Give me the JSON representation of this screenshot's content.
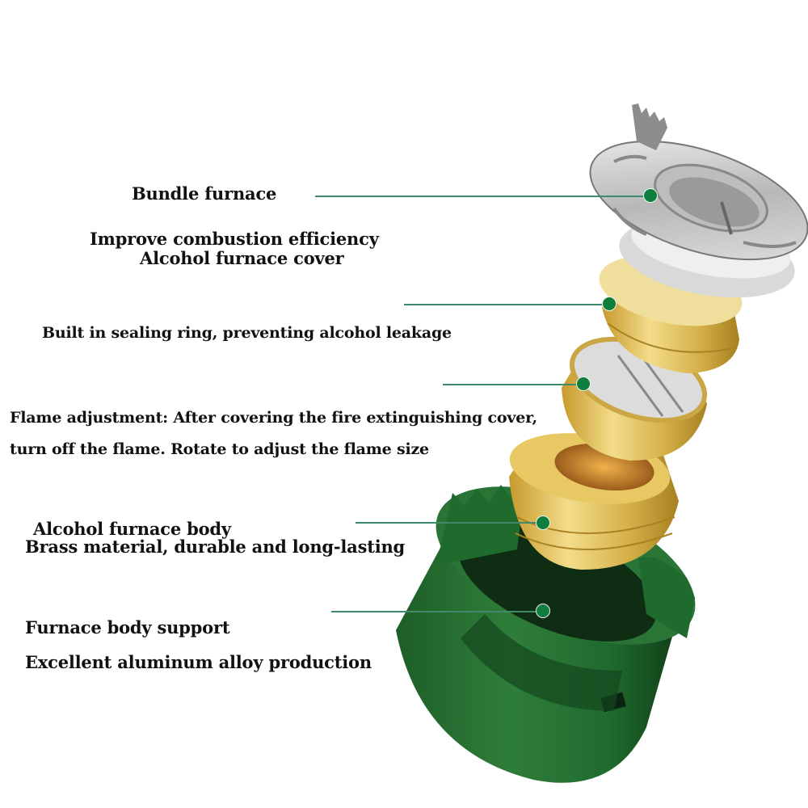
{
  "diagram": {
    "subject": "Exploded view of alcohol stove",
    "accent_colors": {
      "callout_line": "#3f8a6a",
      "callout_dot": "#0f7d3c",
      "label_text": "#111111",
      "stand_green": "#1f6b2e",
      "brass": "#d9b94a",
      "steel": "#c9c9c9"
    },
    "callouts": [
      {
        "id": "bundle-furnace",
        "lines": [
          "Bundle furnace"
        ],
        "part": "stainless steel pot stand"
      },
      {
        "id": "furnace-cover",
        "lines": [
          "Improve combustion efficiency",
          "Alcohol furnace cover"
        ],
        "part": "steel cover cap"
      },
      {
        "id": "sealing-ring",
        "lines": [
          "Built in sealing ring, preventing alcohol leakage"
        ],
        "part": "brass screw cap"
      },
      {
        "id": "flame-adjustment",
        "lines": [
          "Flame adjustment: After covering the fire extinguishing cover,",
          "turn off the flame. Rotate to adjust the flame size"
        ],
        "part": "brass flame regulator"
      },
      {
        "id": "furnace-body",
        "lines": [
          "Alcohol furnace body",
          "Brass material, durable and long-lasting"
        ],
        "part": "brass burner body"
      },
      {
        "id": "body-support",
        "lines": [
          "Furnace body support",
          "Excellent aluminum alloy production"
        ],
        "part": "green aluminum stand"
      }
    ]
  }
}
